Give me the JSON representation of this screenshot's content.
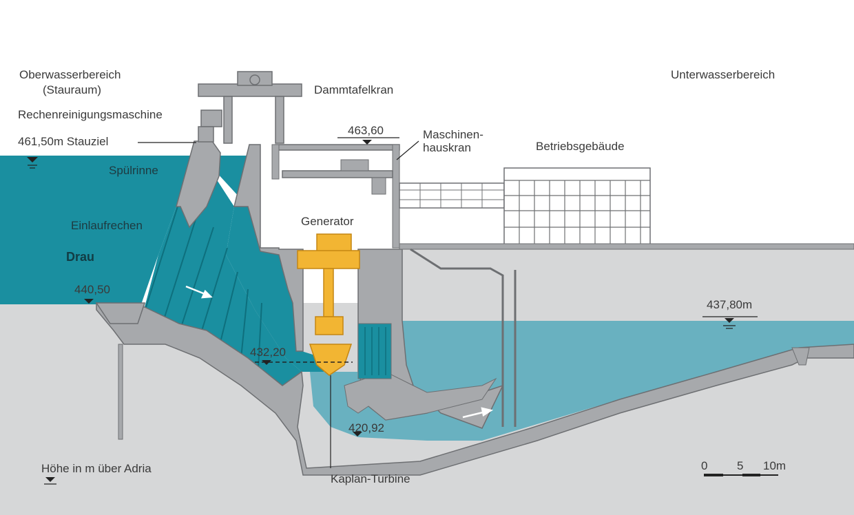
{
  "labels": {
    "upstream_area_line1": "Oberwasserbereich",
    "upstream_area_line2": "(Stauraum)",
    "downstream_area": "Unterwasserbereich",
    "stoplog_crane": "Dammtafelkran",
    "rake_cleaner": "Rechenreinigungsmaschine",
    "reservoir_level": "461,50m Stauziel",
    "flushing_channel": "Spülrinne",
    "powerhouse_crane_line1": "Maschinen-",
    "powerhouse_crane_line2": "hauskran",
    "operations_building": "Betriebsgebäude",
    "intake_rake": "Einlaufrechen",
    "river": "Drau",
    "generator": "Generator",
    "turbine": "Kaplan-Turbine",
    "height_reference": "Höhe in m über Adria"
  },
  "elevations": {
    "crane_rail": "463,60",
    "intake_floor": "440,50",
    "turbine_axis": "432,20",
    "draft_tube_floor": "420,92",
    "tailwater": "437,80m"
  },
  "scale_bar": {
    "ticks": [
      "0",
      "5",
      "10m"
    ]
  },
  "colors": {
    "headwater": "#1a8fa0",
    "tailwater": "#69b1c0",
    "concrete": "#a7a9ac",
    "ground": "#d6d7d8",
    "turbine": "#f2b533"
  }
}
